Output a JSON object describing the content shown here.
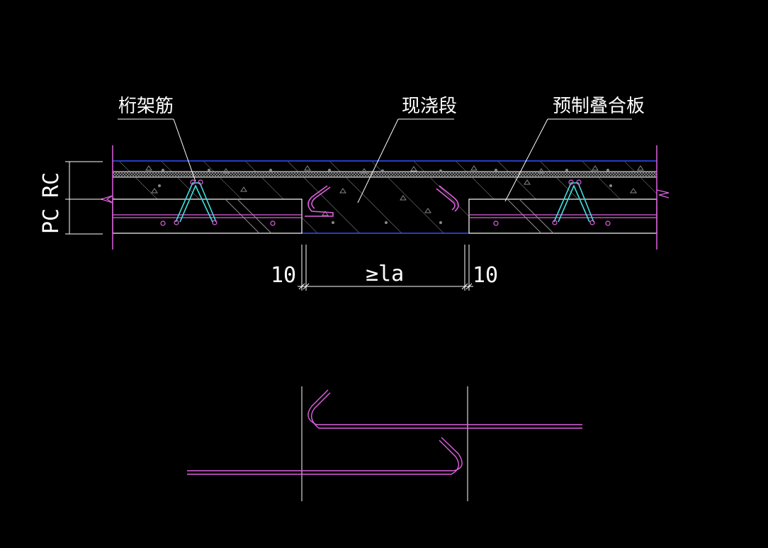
{
  "labels": {
    "truss_rebar": "桁架筋",
    "cast_in_place": "现浇段",
    "precast_slab": "预制叠合板"
  },
  "side_labels": {
    "pc": "PC",
    "rc": "RC"
  },
  "dimensions": {
    "left_gap": "10",
    "anchorage": "≥la",
    "right_gap": "10"
  },
  "colors": {
    "background": "#000000",
    "outline": "#ffffff",
    "rebar": "#e060e0",
    "truss": "#40e0e0",
    "layer_line": "#3050ff",
    "hatch": "#808080"
  }
}
